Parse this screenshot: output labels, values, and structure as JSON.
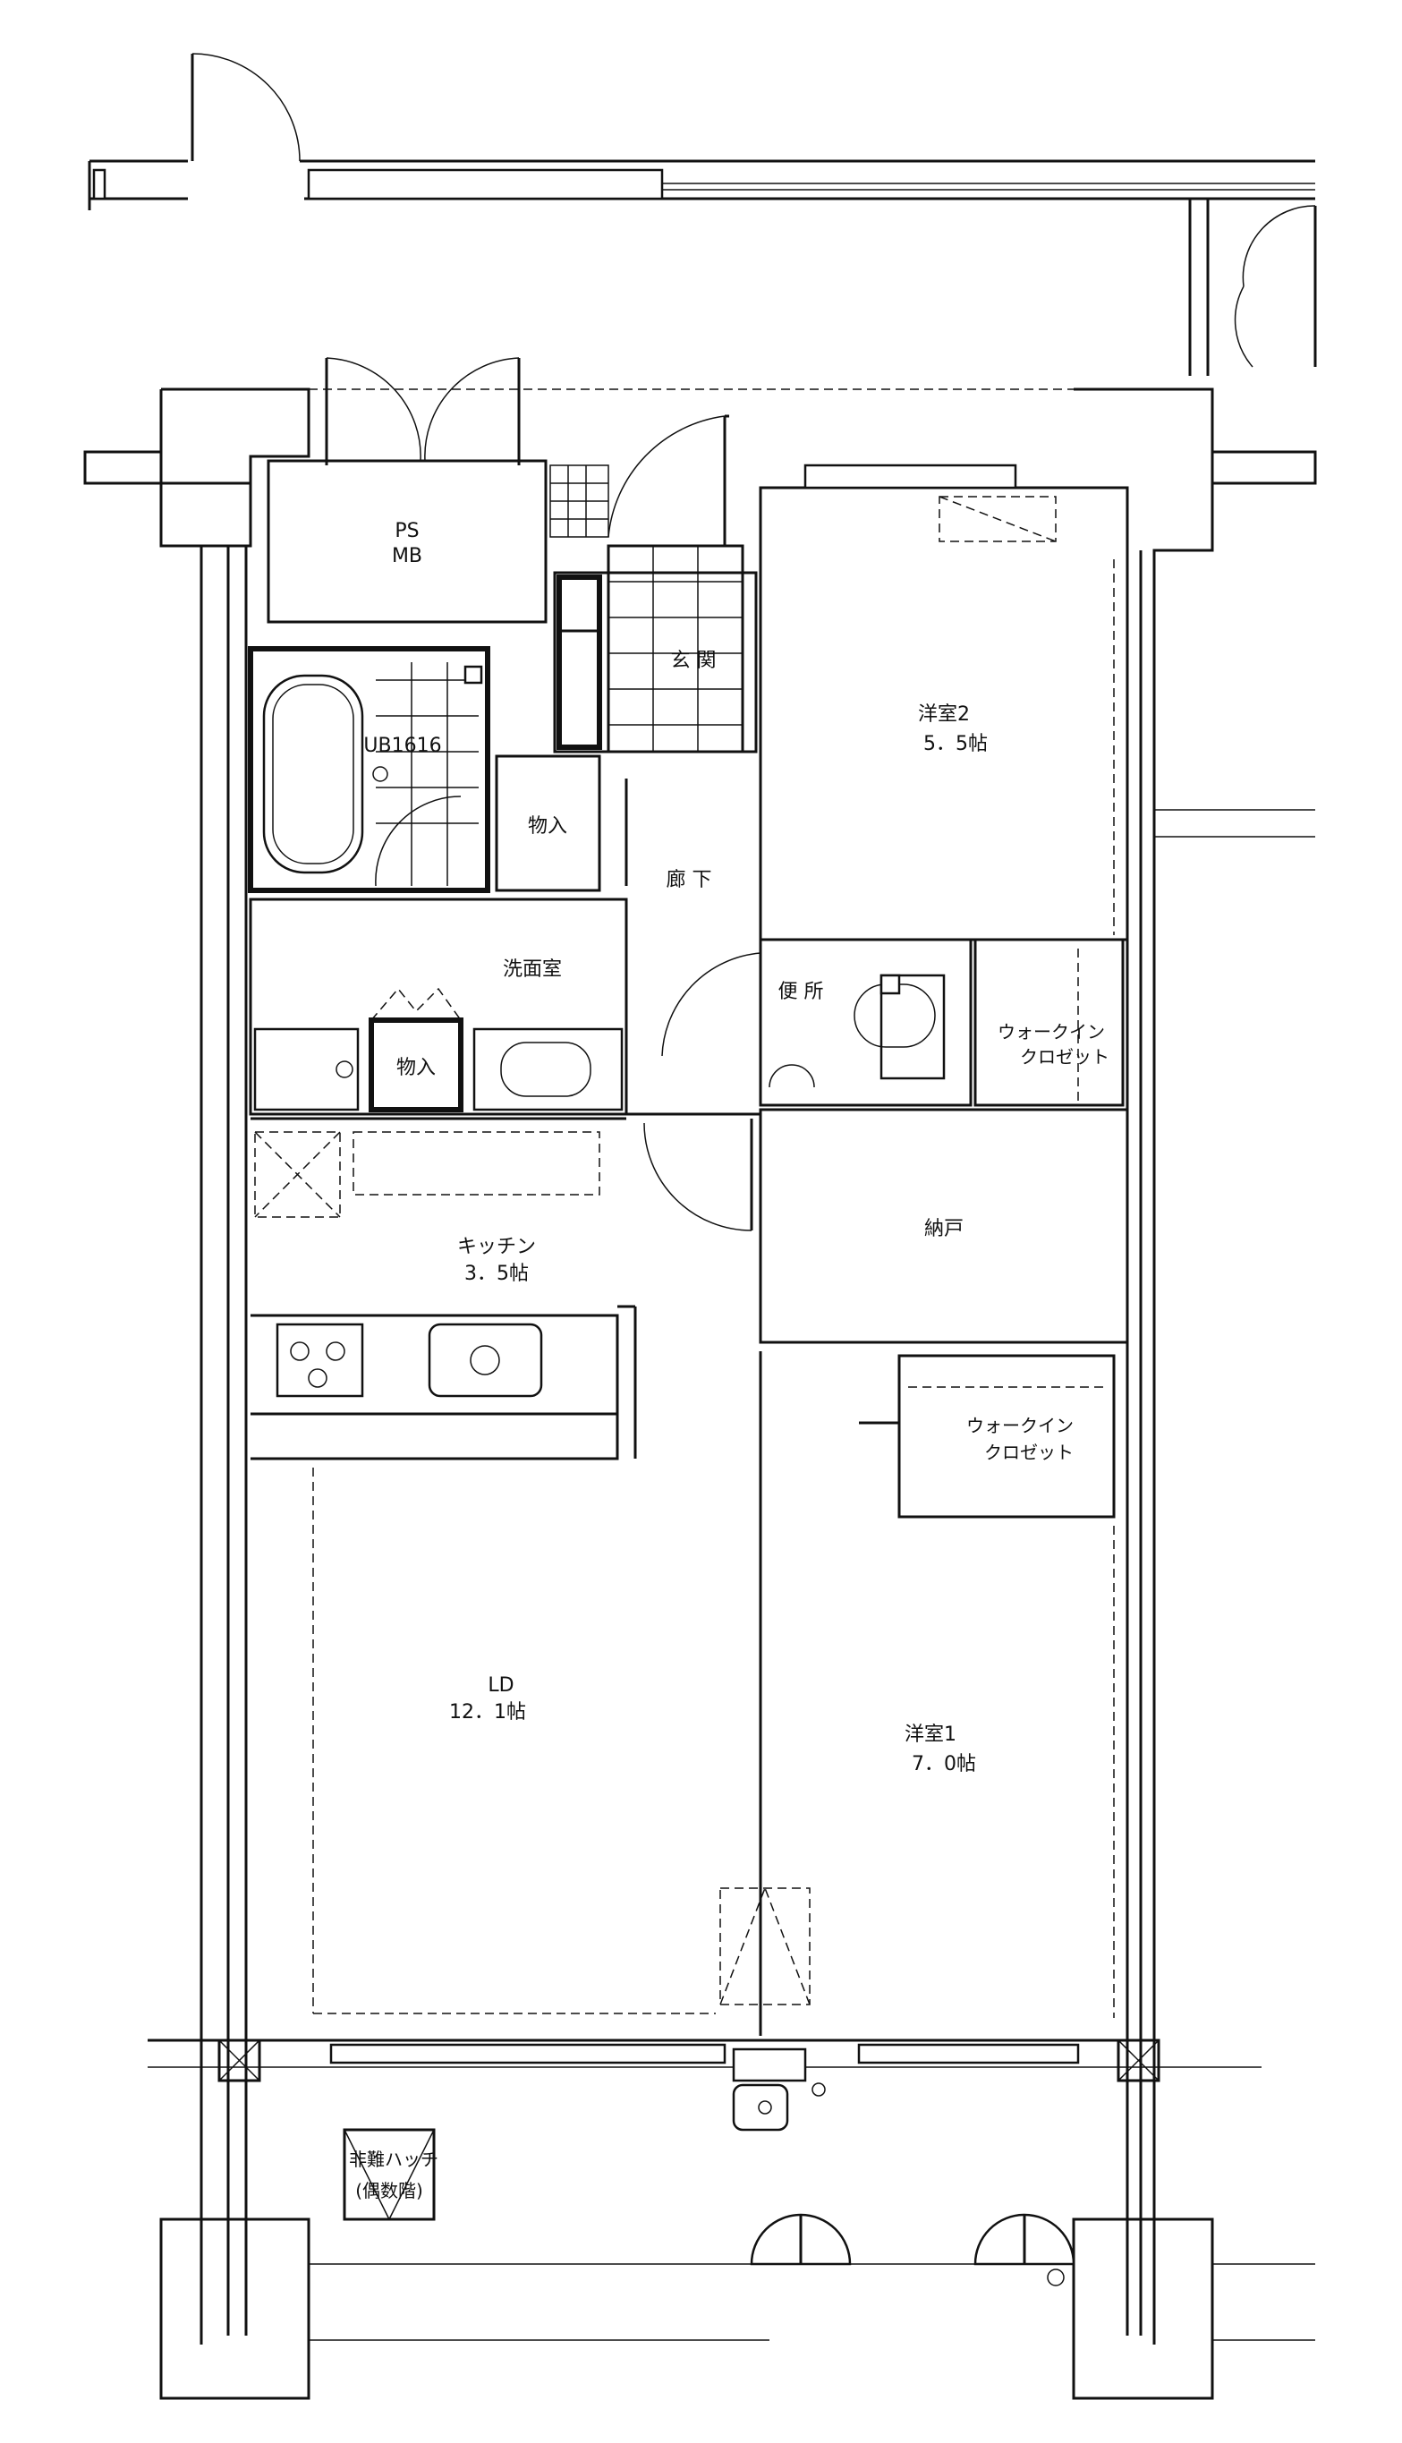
{
  "rooms": {
    "ps_mb": {
      "line1": "PS",
      "line2": "MB"
    },
    "genkan": "玄 関",
    "yoshitsu2": {
      "name": "洋室2",
      "size": "5．5帖"
    },
    "ub": "UB1616",
    "monoire1": "物入",
    "roka": "廊 下",
    "senmenjo": "洗面室",
    "monoire2": "物入",
    "benjo": "便 所",
    "wic1": {
      "line1": "ウォークイン",
      "line2": "クロゼット"
    },
    "kitchen": {
      "name": "キッチン",
      "size": "3．5帖"
    },
    "nando": "納戸",
    "wic2": {
      "line1": "ウォークイン",
      "line2": "クロゼット"
    },
    "ld": {
      "name": "LD",
      "size": "12．1帖"
    },
    "yoshitsu1": {
      "name": "洋室1",
      "size": "7．0帖"
    },
    "hatch": {
      "line1": "非難ハッチ",
      "line2": "(偶数階)"
    }
  }
}
